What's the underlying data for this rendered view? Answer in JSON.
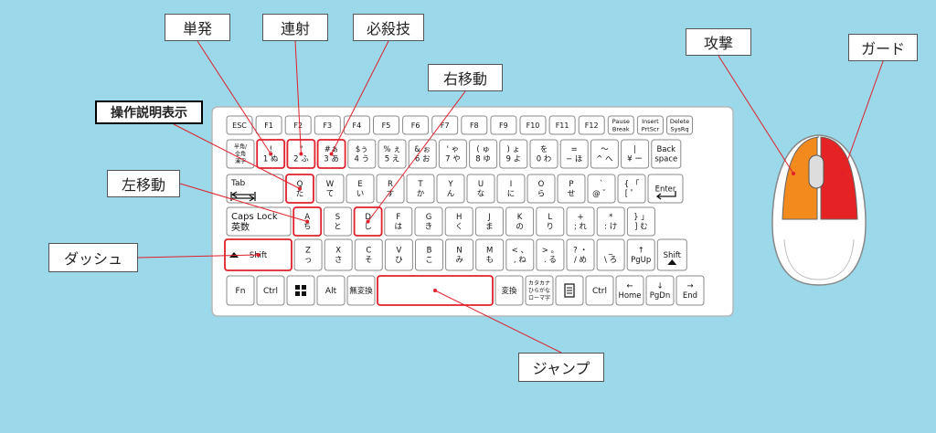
{
  "labels": {
    "single_shot": "単発",
    "rapid_fire": "連射",
    "special_move": "必殺技",
    "move_right": "右移動",
    "controls_help": "操作説明表示",
    "move_left": "左移動",
    "dash": "ダッシュ",
    "jump": "ジャンプ",
    "attack": "攻撃",
    "guard": "ガード"
  },
  "keyboard": {
    "rows": [
      [
        [
          "ESC"
        ],
        [
          "F1"
        ],
        [
          "F2"
        ],
        [
          "F3"
        ],
        [
          "F4"
        ],
        [
          "F5"
        ],
        [
          "F6"
        ],
        [
          "F7"
        ],
        [
          "F8"
        ],
        [
          "F9"
        ],
        [
          "F10"
        ],
        [
          "F11"
        ],
        [
          "F12"
        ],
        [
          "Pause",
          "Break"
        ],
        [
          "Insert",
          "PrtScr"
        ],
        [
          "Delete",
          "SysRq"
        ]
      ],
      [
        [
          "半角/",
          "全角",
          "漢字"
        ],
        [
          "!",
          "1 ぬ"
        ],
        [
          "\"",
          "2 ふ"
        ],
        [
          "#ぁ",
          "3 あ"
        ],
        [
          "$ぅ",
          "4 う"
        ],
        [
          "% ぇ",
          "5 え"
        ],
        [
          "& ぉ",
          "6 お"
        ],
        [
          "' ゃ",
          "7 や"
        ],
        [
          "( ゅ",
          "8 ゆ"
        ],
        [
          ") ょ",
          "9 よ"
        ],
        [
          "を",
          "0 わ"
        ],
        [
          "=",
          "− ほ"
        ],
        [
          "〜",
          "^ へ"
        ],
        [
          "|",
          "¥ ー"
        ],
        [
          "Back",
          "space"
        ]
      ],
      [
        [
          "Tab"
        ],
        [
          "Q",
          "た"
        ],
        [
          "W",
          "て"
        ],
        [
          "E",
          "い"
        ],
        [
          "R",
          "す"
        ],
        [
          "T",
          "か"
        ],
        [
          "Y",
          "ん"
        ],
        [
          "U",
          "な"
        ],
        [
          "I",
          "に"
        ],
        [
          "O",
          "ら"
        ],
        [
          "P",
          "せ"
        ],
        [
          "`",
          "@ ゛"
        ],
        [
          "{ 「",
          "[ ゜"
        ],
        [
          "Enter"
        ]
      ],
      [
        [
          "Caps Lock",
          "英数"
        ],
        [
          "A",
          "ち"
        ],
        [
          "S",
          "と"
        ],
        [
          "D",
          "し"
        ],
        [
          "F",
          "は"
        ],
        [
          "G",
          "き"
        ],
        [
          "H",
          "く"
        ],
        [
          "J",
          "ま"
        ],
        [
          "K",
          "の"
        ],
        [
          "L",
          "り"
        ],
        [
          "+",
          "; れ"
        ],
        [
          "*",
          ": け"
        ],
        [
          "} 」",
          "] む"
        ]
      ],
      [
        [
          "Shift"
        ],
        [
          "Z",
          "っ"
        ],
        [
          "X",
          "さ"
        ],
        [
          "C",
          "そ"
        ],
        [
          "V",
          "ひ"
        ],
        [
          "B",
          "こ"
        ],
        [
          "N",
          "み"
        ],
        [
          "M",
          "も"
        ],
        [
          "< 、",
          ", ね"
        ],
        [
          "> 。",
          ". る"
        ],
        [
          "? ・",
          "/ め"
        ],
        [
          "_",
          "\\ ろ"
        ],
        [
          "↑",
          "PgUp"
        ],
        [
          "Shift"
        ]
      ],
      [
        [
          "Fn"
        ],
        [
          "Ctrl"
        ],
        [
          "⊞"
        ],
        [
          "Alt"
        ],
        [
          "無変換"
        ],
        [
          ""
        ],
        [
          "変換"
        ],
        [
          "カタカナ",
          "ひらがな",
          "ローマ字"
        ],
        [
          "▤"
        ],
        [
          "Ctrl"
        ],
        [
          "←",
          "Home"
        ],
        [
          "↓",
          "PgDn"
        ],
        [
          "→",
          "End"
        ]
      ]
    ]
  },
  "colors": {
    "background": "#9ad8ea",
    "highlight": "#e0202a",
    "attack_button": "#f28a1e",
    "guard_button": "#e52224"
  },
  "icons": {
    "shift_arrow": "up-arrow-icon",
    "tab_arrows": "tab-arrows-icon",
    "enter_arrow": "enter-arrow-icon",
    "windows": "windows-logo-icon",
    "menu": "menu-key-icon"
  }
}
